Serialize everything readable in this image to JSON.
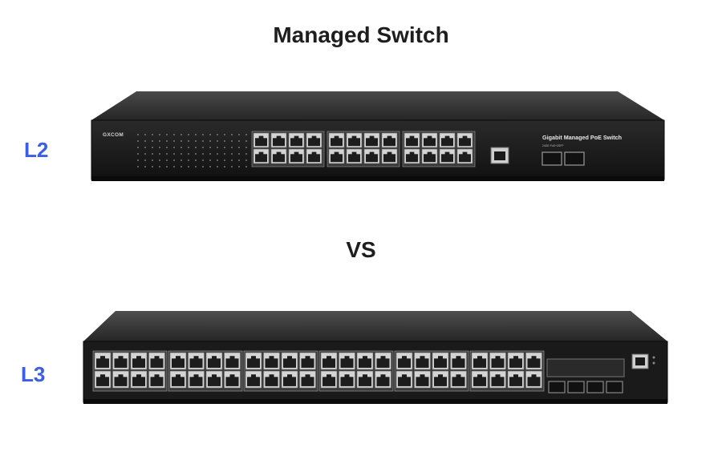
{
  "header": {
    "title": "Managed Switch"
  },
  "separator": {
    "text": "VS"
  },
  "labels": {
    "l2": "L2",
    "l3": "L3"
  },
  "switch_l2": {
    "brand": "GXCOM",
    "model": "Gigabit Managed PoE Switch",
    "submodel": "24GE PoE+2SFP"
  },
  "colors": {
    "label_blue": "#3a5fe6",
    "title_text": "#1e1e1e",
    "chassis": "#1c1c1c"
  }
}
